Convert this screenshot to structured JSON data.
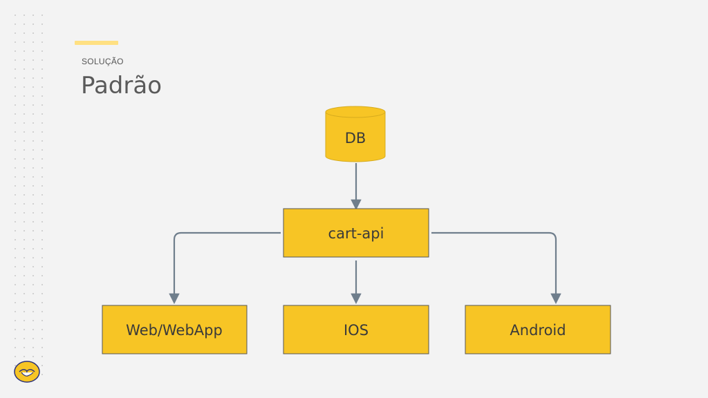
{
  "slide": {
    "kicker": "SOLUÇÃO",
    "title": "Padrão"
  },
  "diagram": {
    "db": {
      "label": "DB"
    },
    "api": {
      "label": "cart-api"
    },
    "clients": [
      {
        "label": "Web/WebApp"
      },
      {
        "label": "IOS"
      },
      {
        "label": "Android"
      }
    ]
  },
  "colors": {
    "node_fill": "#f7c525",
    "node_stroke": "#555555",
    "edge": "#6f7e8c",
    "accent": "#ffe082",
    "background": "#f3f3f3"
  },
  "icons": {
    "brand": "handshake-logo-icon"
  }
}
